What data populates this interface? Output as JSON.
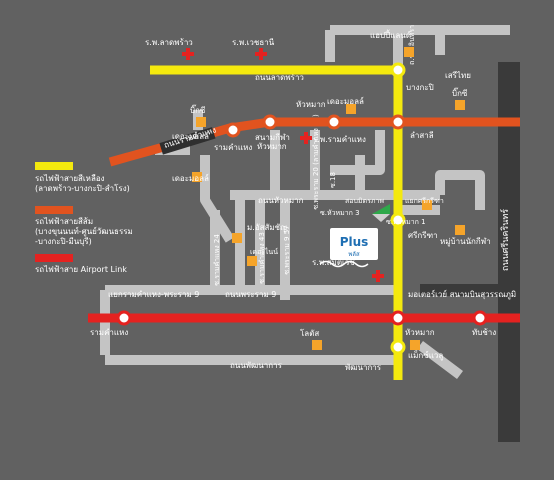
{
  "roads": {
    "ladprao": "ถนนลาดพร้าว",
    "ramkhamhaeng": "ถนนรามคำแหง",
    "huamak": "ถนนหัวหมาก",
    "ramindra_rama9": "แยกรามคำแหง-พระราม 9",
    "rama9": "ถนนพระราม 9",
    "motorway": "มอเตอร์เวย์ สนามบินสุวรรณภูมิ",
    "phatthanakan": "ถนนพัฒนาการ",
    "srinakarin": "ถนนศรีนครินทร์",
    "ramkhamhaeng24": "ซ.รามคำแหง 24",
    "ramkhamhaeng43": "ซ.รามคำแหง 43",
    "rama9_57": "ซ.พระราม 9 57",
    "rama9_20": "ซ.พระราม 20 (ลามคำแหง 32)",
    "soi18": "ซ.18",
    "rama9_rd": "ถ.พระราม 9 ซ.",
    "huamak3": "ซ.หัวหมาก 3",
    "huamak1": "ซ.หัวหมาก 1",
    "ramintra_v": "ถ.รามอินทรา"
  },
  "places": {
    "hosp_ladprao": "ร.พ.ลาดพร้าว",
    "hosp_vejthani": "ร.พ.เวชธานี",
    "fashion_island": "แฮปปี้แลนด์",
    "serithai": "เสรีไทย",
    "bangkapi": "บางกะปิ",
    "bigc1": "บิ๊กซี",
    "themall1": "เดอะมอลล์",
    "themall2": "เดอะมอลล์",
    "bigc2": "บิ๊กซี",
    "themall3": "เดอะมอลล์",
    "ramkhamhaeng_st": "รามคำแหง",
    "rajamangala": "สนามกีฬา\nหัวหมาก",
    "hua_mak": "หัวหมาก",
    "hosp_ramkhamhaeng": "ร.พ.รามคำแหง",
    "lamsali": "ลำสาลี",
    "sripatum": "ศรีกรีฑา",
    "mahanakhon": "ม.อัสสัมชัญ",
    "hua_mak_station": "สอบมิตรภาพ",
    "srinakarin_junction": "แยกศรีกรีฑา",
    "village": "หมู่บ้านนักกีฬา",
    "hosp_samitivej": "ร.พ.สมิติเวช",
    "lotus": "โลตัส",
    "phatthanakan_st": "พัฒนาการ",
    "hua_mak_b": "หัวหมาก",
    "thap_chang": "ทับช้าง",
    "ramkhamhaeng_b": "รามคำแหง",
    "paradise": "แม็กซ์แวลู",
    "home_pro": "เดอะไนน์",
    "project_logo": "Plus",
    "project_sub": "พลัส"
  },
  "legend": {
    "yellow_title": "รถไฟฟ้าสายสีเหลือง",
    "yellow_desc": "(ลาดพร้าว-บางกะปิ-สำโรง)",
    "orange_title": "รถไฟฟ้าสายสีส้ม",
    "orange_desc1": "(บางขุนนนท์-ศูนย์วัฒนธรรม",
    "orange_desc2": "-บางกะปิ-มีนบุรี)",
    "red_title": "รถไฟฟ้าสาย Airport Link"
  },
  "colors": {
    "background": "#616161",
    "road": "#c4c4c4",
    "yellow_line": "#f4e90e",
    "orange_line": "#e1531f",
    "red_line": "#e42220",
    "landmark": "#f5a42a",
    "hospital": "#e42220"
  }
}
